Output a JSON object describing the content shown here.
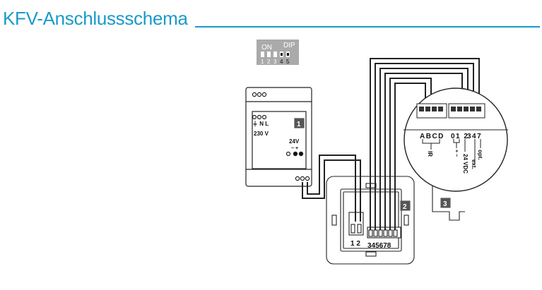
{
  "title": "KFV-Anschlussschema",
  "colors": {
    "accent": "#1a9ac9",
    "line": "#222222",
    "dip_bg": "#aaaaaa"
  },
  "dip": {
    "on": "ON",
    "label": "DIP",
    "numbers": [
      "1",
      "2",
      "3",
      "4",
      "5"
    ]
  },
  "psu": {
    "ground_n_l": "⏚ N L",
    "voltage_in": "230 V",
    "voltage_out": "24V",
    "polarity": "− +",
    "badge": "1"
  },
  "socket": {
    "badge": "2",
    "left_terminals": "1 2",
    "right_terminals": "345678"
  },
  "controller": {
    "badge": "3",
    "terminal_letters": "ABCD",
    "terminal_numbers": "01 2",
    "terminal_numbers_b": "347",
    "label_ir": "IR",
    "label_24vdc": "24 VDC",
    "label_ext": "ext.",
    "label_opt": "opt.",
    "plus_minus": "+ −"
  }
}
